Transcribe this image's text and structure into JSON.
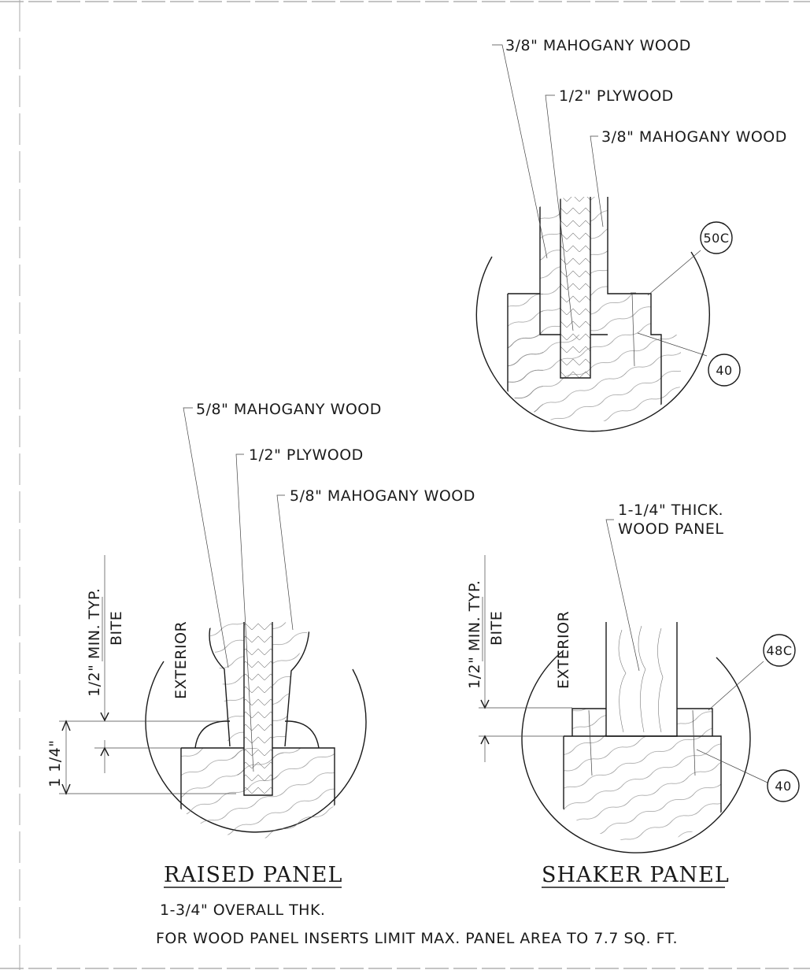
{
  "top_detail": {
    "callout_left_face": "3/8\" MAHOGANY WOOD",
    "callout_core": "1/2\" PLYWOOD",
    "callout_right_face": "3/8\" MAHOGANY WOOD",
    "tag_upper": "50C",
    "tag_lower": "40"
  },
  "raised_panel": {
    "callout_left_face": "5/8\" MAHOGANY WOOD",
    "callout_core": "1/2\" PLYWOOD",
    "callout_right_face": "5/8\" MAHOGANY WOOD",
    "bite_label_a": "1/2\" MIN. TYP.",
    "bite_label_b": "BITE",
    "exterior_label": "EXTERIOR",
    "dimension_label": "1 1/4\"",
    "title": "RAISED PANEL",
    "subtitle": "1-3/4\" OVERALL THK."
  },
  "shaker_panel": {
    "callout_panel_line1": "1-1/4\" THICK.",
    "callout_panel_line2": "WOOD PANEL",
    "bite_label_a": "1/2\" MIN. TYP.",
    "bite_label_b": "BITE",
    "exterior_label": "EXTERIOR",
    "tag_upper": "48C",
    "tag_lower": "40",
    "title": "SHAKER PANEL"
  },
  "footer_note": "FOR WOOD PANEL INSERTS LIMIT MAX. PANEL AREA TO 7.7 SQ. FT."
}
